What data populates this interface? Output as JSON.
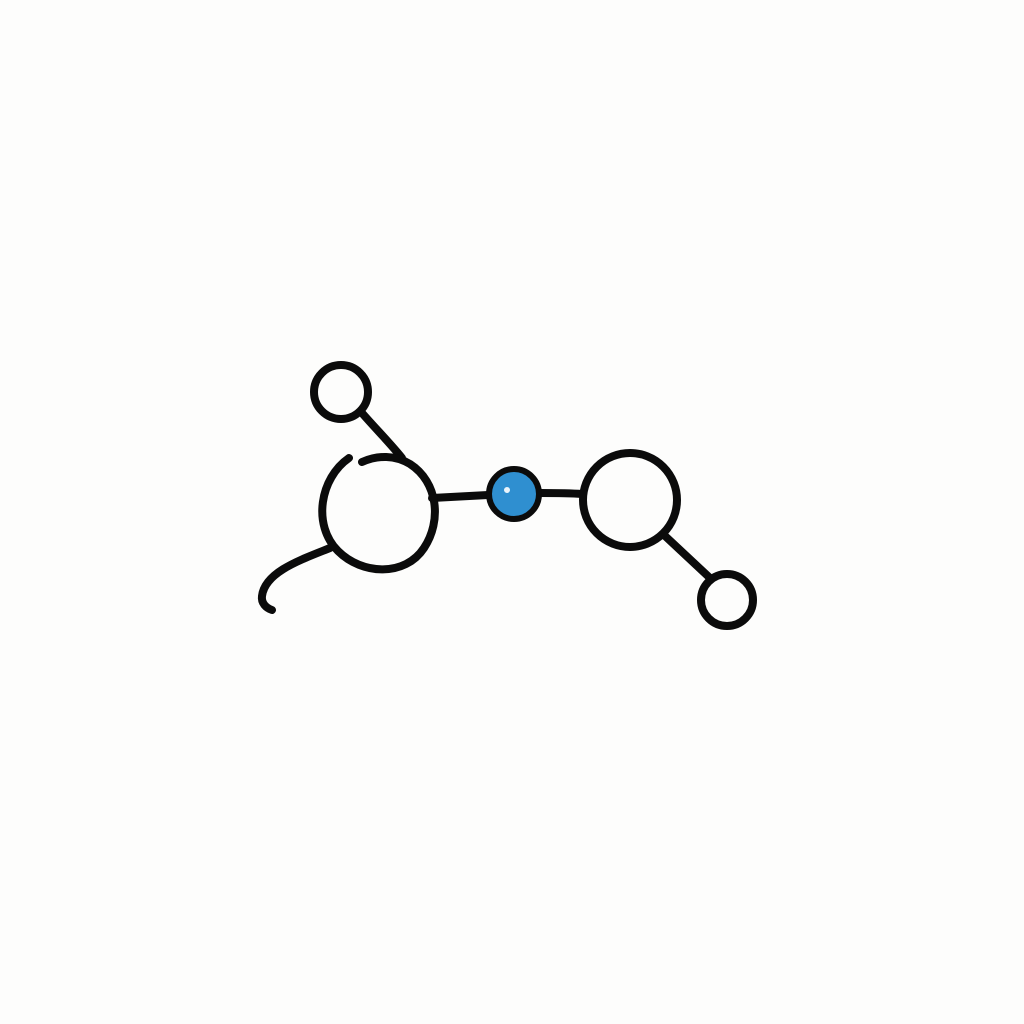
{
  "diagram": {
    "background_color": "#fdfdfc",
    "line_color": "#0b0b0b",
    "center_node_color": "#2f8fd0",
    "nodes": [
      {
        "id": "top-left-small",
        "kind": "small-circle"
      },
      {
        "id": "left-large",
        "kind": "large-circle"
      },
      {
        "id": "center",
        "kind": "filled-blue-dot"
      },
      {
        "id": "right-large",
        "kind": "large-circle"
      },
      {
        "id": "bottom-right-small",
        "kind": "small-circle"
      }
    ],
    "edges": [
      {
        "from": "top-left-small",
        "to": "left-large"
      },
      {
        "from": "left-large",
        "to": "center"
      },
      {
        "from": "center",
        "to": "right-large"
      },
      {
        "from": "right-large",
        "to": "bottom-right-small"
      },
      {
        "from": "left-large",
        "to": "tail"
      }
    ]
  }
}
